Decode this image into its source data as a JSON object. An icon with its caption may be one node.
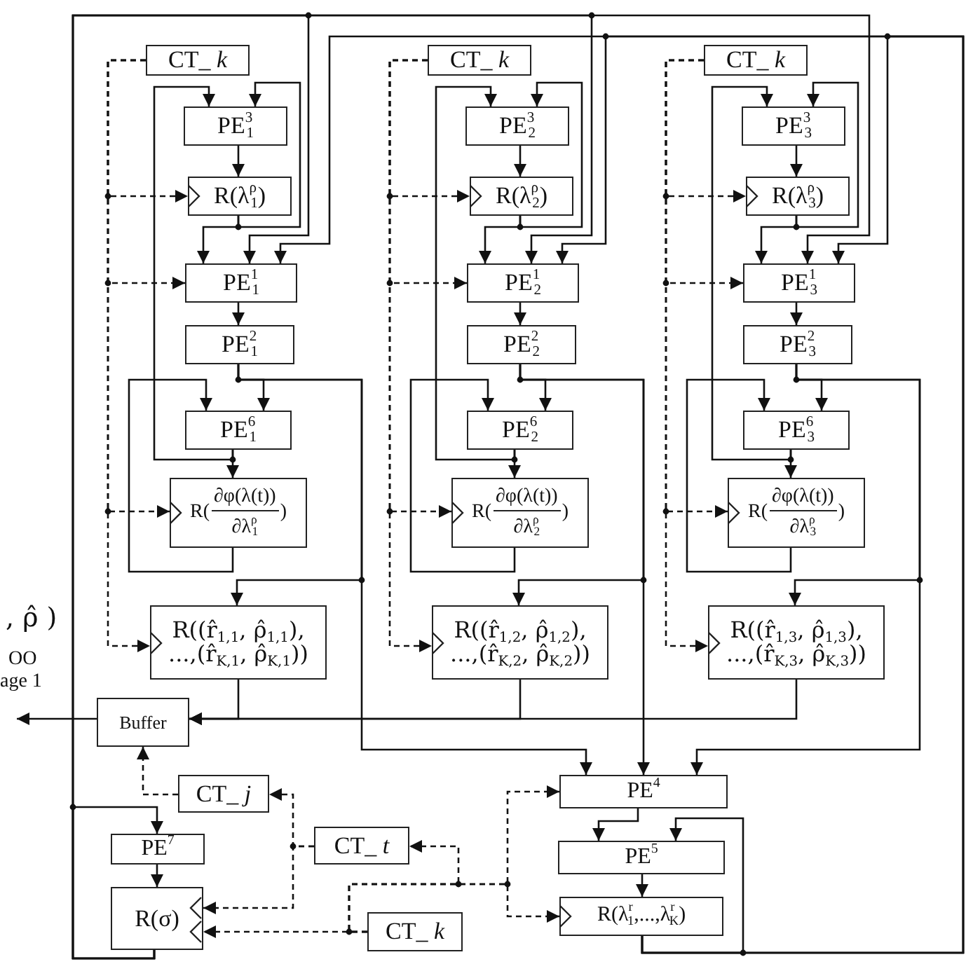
{
  "diagram": {
    "nodes": [
      {
        "text": [
          "CT_ *k*"
        ]
      },
      {
        "text": [
          "PE$^{3}$$_{1}$"
        ]
      },
      {
        "text": [
          "R(λ$^{ρ}$$_{1}$)"
        ]
      },
      {
        "text": [
          "PE$^{1}$$_{1}$"
        ]
      },
      {
        "text": [
          "PE$^{2}$$_{1}$"
        ]
      },
      {
        "text": [
          "PE$^{6}$$_{1}$"
        ]
      },
      {
        "text": [
          "R(",
          "∂φ(λ(t))",
          "∂λ$^{ρ}$$_{1}$",
          ")"
        ]
      },
      {
        "text": [
          "R((r̂$_{1,1}$, ρ̂$_{1,1}$), ...,(r̂$_{K,1}$, ρ̂$_{K,1}$))"
        ]
      },
      {
        "text": [
          "CT_ *k*"
        ]
      },
      {
        "text": [
          "PE$^{3}$$_{2}$"
        ]
      },
      {
        "text": [
          "R(λ$^{ρ}$$_{2}$)"
        ]
      },
      {
        "text": [
          "PE$^{1}$$_{2}$"
        ]
      },
      {
        "text": [
          "PE$^{2}$$_{2}$"
        ]
      },
      {
        "text": [
          "PE$^{6}$$_{2}$"
        ]
      },
      {
        "text": [
          "R(",
          "∂φ(λ(t))",
          "∂λ$^{ρ}$$_{2}$",
          ")"
        ]
      },
      {
        "text": [
          "R((r̂$_{1,2}$, ρ̂$_{1,2}$), ...,(r̂$_{K,2}$, ρ̂$_{K,2}$))"
        ]
      },
      {
        "text": [
          "CT_ *k*"
        ]
      },
      {
        "text": [
          "PE$^{3}$$_{3}$"
        ]
      },
      {
        "text": [
          "R(λ$^{ρ}$$_{3}$)"
        ]
      },
      {
        "text": [
          "PE$^{1}$$_{3}$"
        ]
      },
      {
        "text": [
          "PE$^{2}$$_{3}$"
        ]
      },
      {
        "text": [
          "PE$^{6}$$_{3}$"
        ]
      },
      {
        "text": [
          "R(",
          "∂φ(λ(t))",
          "∂λ$^{ρ}$$_{3}$",
          ")"
        ]
      },
      {
        "text": [
          "R((r̂$_{1,3}$, ρ̂$_{1,3}$), ...,(r̂$_{K,3}$, ρ̂$_{K,3}$))"
        ]
      },
      {
        "text": [
          "Buffer"
        ]
      },
      {
        "text": [
          "CT_ *j*"
        ]
      },
      {
        "text": [
          "PE$^{7}$"
        ]
      },
      {
        "text": [
          "R(σ)"
        ]
      },
      {
        "text": [
          "CT_ *t*"
        ]
      },
      {
        "text": [
          "CT_ *k*"
        ]
      },
      {
        "text": [
          "PE$^{4}$"
        ]
      },
      {
        "text": [
          "PE$^{5}$"
        ]
      },
      {
        "text": [
          "R(λ$^{r}$$_{1}$,...,λ$^{r}$$_{K}$)"
        ]
      }
    ],
    "edges": [
      {
        "from": 0,
        "to": 2,
        "arrow": "to",
        "style": "dashed"
      },
      {
        "from": 0,
        "to": 3,
        "arrow": "to",
        "style": "dashed"
      },
      {
        "from": 0,
        "to": 6,
        "arrow": "to",
        "style": "dashed"
      },
      {
        "from": 0,
        "to": 7,
        "arrow": "to",
        "style": "dashed"
      },
      {
        "from": 1,
        "to": 2,
        "arrow": "to"
      },
      {
        "from": 2,
        "to": 3,
        "arrow": "to"
      },
      {
        "from": 2,
        "to": 1,
        "arrow": "to"
      },
      {
        "from": 5,
        "to": 1,
        "arrow": "to"
      },
      {
        "from": 3,
        "to": 4,
        "arrow": "to"
      },
      {
        "from": 4,
        "to": 5,
        "arrow": "to"
      },
      {
        "from": 4,
        "to": 7,
        "arrow": "to"
      },
      {
        "from": 5,
        "to": 6,
        "arrow": "to"
      },
      {
        "from": 6,
        "to": 5,
        "arrow": "to"
      },
      {
        "from": 27,
        "to": 3,
        "arrow": "to"
      },
      {
        "from": 32,
        "to": 3,
        "arrow": "to"
      },
      {
        "from": 4,
        "to": 30,
        "arrow": "to"
      },
      {
        "from": 7,
        "to": 24,
        "arrow": "to"
      },
      {
        "from": 8,
        "to": 10,
        "arrow": "to",
        "style": "dashed"
      },
      {
        "from": 8,
        "to": 11,
        "arrow": "to",
        "style": "dashed"
      },
      {
        "from": 8,
        "to": 14,
        "arrow": "to",
        "style": "dashed"
      },
      {
        "from": 8,
        "to": 15,
        "arrow": "to",
        "style": "dashed"
      },
      {
        "from": 9,
        "to": 10,
        "arrow": "to"
      },
      {
        "from": 10,
        "to": 11,
        "arrow": "to"
      },
      {
        "from": 10,
        "to": 9,
        "arrow": "to"
      },
      {
        "from": 13,
        "to": 9,
        "arrow": "to"
      },
      {
        "from": 11,
        "to": 12,
        "arrow": "to"
      },
      {
        "from": 12,
        "to": 13,
        "arrow": "to"
      },
      {
        "from": 12,
        "to": 15,
        "arrow": "to"
      },
      {
        "from": 13,
        "to": 14,
        "arrow": "to"
      },
      {
        "from": 14,
        "to": 13,
        "arrow": "to"
      },
      {
        "from": 27,
        "to": 11,
        "arrow": "to"
      },
      {
        "from": 32,
        "to": 11,
        "arrow": "to"
      },
      {
        "from": 12,
        "to": 30,
        "arrow": "to"
      },
      {
        "from": 15,
        "to": 24,
        "arrow": "to"
      },
      {
        "from": 16,
        "to": 18,
        "arrow": "to",
        "style": "dashed"
      },
      {
        "from": 16,
        "to": 19,
        "arrow": "to",
        "style": "dashed"
      },
      {
        "from": 16,
        "to": 22,
        "arrow": "to",
        "style": "dashed"
      },
      {
        "from": 16,
        "to": 23,
        "arrow": "to",
        "style": "dashed"
      },
      {
        "from": 17,
        "to": 18,
        "arrow": "to"
      },
      {
        "from": 18,
        "to": 19,
        "arrow": "to"
      },
      {
        "from": 18,
        "to": 17,
        "arrow": "to"
      },
      {
        "from": 21,
        "to": 17,
        "arrow": "to"
      },
      {
        "from": 19,
        "to": 20,
        "arrow": "to"
      },
      {
        "from": 20,
        "to": 21,
        "arrow": "to"
      },
      {
        "from": 20,
        "to": 23,
        "arrow": "to"
      },
      {
        "from": 21,
        "to": 22,
        "arrow": "to"
      },
      {
        "from": 22,
        "to": 21,
        "arrow": "to"
      },
      {
        "from": 27,
        "to": 19,
        "arrow": "to"
      },
      {
        "from": 32,
        "to": 19,
        "arrow": "to"
      },
      {
        "from": 20,
        "to": 30,
        "arrow": "to"
      },
      {
        "from": 23,
        "to": 24,
        "arrow": "to"
      },
      {
        "from": 24,
        "to": null,
        "arrow": "to"
      },
      {
        "from": 25,
        "to": 24,
        "arrow": "to",
        "style": "dashed"
      },
      {
        "from": 28,
        "to": 25,
        "arrow": "to",
        "style": "dashed"
      },
      {
        "from": 28,
        "to": 27,
        "arrow": "to",
        "style": "dashed"
      },
      {
        "from": 29,
        "to": 27,
        "arrow": "to",
        "style": "dashed"
      },
      {
        "from": 29,
        "to": 28,
        "arrow": "to",
        "style": "dashed"
      },
      {
        "from": 29,
        "to": 30,
        "arrow": "to",
        "style": "dashed"
      },
      {
        "from": 29,
        "to": 32,
        "arrow": "to",
        "style": "dashed"
      },
      {
        "from": 27,
        "to": 26,
        "arrow": "to"
      },
      {
        "from": 26,
        "to": 27,
        "arrow": "to"
      },
      {
        "from": 30,
        "to": 31,
        "arrow": "to"
      },
      {
        "from": 31,
        "to": 32,
        "arrow": "to"
      },
      {
        "from": 32,
        "to": 31,
        "arrow": "to"
      }
    ],
    "labels": [
      ", ρ̂ )",
      "OO",
      "age 1"
    ]
  }
}
